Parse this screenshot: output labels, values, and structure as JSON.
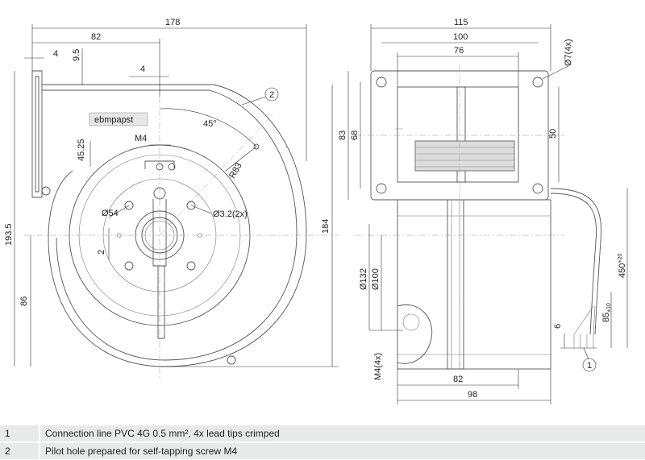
{
  "brand": "ebmpapst",
  "dimensions": {
    "d178": "178",
    "d82_top": "82",
    "d4_a": "4",
    "d9_5": "9.5",
    "d4_b": "4",
    "d45deg": "45°",
    "dR83": "R83",
    "dM4_top": "M4",
    "d45_25": "45.25",
    "dD54": "Ø54",
    "d3_2": "Ø3.2(2x)",
    "d2": "2",
    "d193_5": "193.5",
    "d86": "86",
    "d184": "184",
    "d115": "115",
    "d100": "100",
    "d76": "76",
    "dD7": "Ø7(4x)",
    "d83": "83",
    "d68": "68",
    "d50": "50",
    "dD132": "Ø132",
    "dD100": "Ø100",
    "dM4_4x": "M4(4x)",
    "d82_bottom": "82",
    "d98": "98",
    "d450": "450",
    "d450_tol": "+20",
    "d85": "85",
    "d85_tol": "±10",
    "d6": "6"
  },
  "callouts": {
    "c1": "1",
    "c2": "2"
  },
  "legend": [
    {
      "num": "1",
      "text": "Connection line PVC 4G 0.5 mm², 4x lead tips crimped"
    },
    {
      "num": "2",
      "text": "Pilot hole prepared for self-tapping screw M4"
    }
  ]
}
